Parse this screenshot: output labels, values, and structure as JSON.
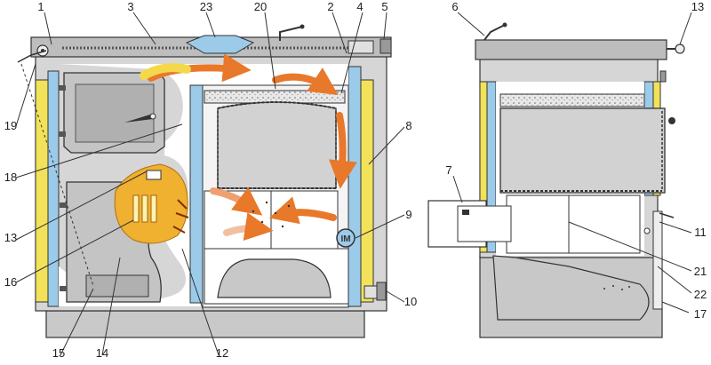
{
  "callouts": [
    {
      "id": "1",
      "label": "1"
    },
    {
      "id": "2",
      "label": "2"
    },
    {
      "id": "3",
      "label": "3"
    },
    {
      "id": "4",
      "label": "4"
    },
    {
      "id": "5",
      "label": "5"
    },
    {
      "id": "6",
      "label": "6"
    },
    {
      "id": "7",
      "label": "7"
    },
    {
      "id": "8",
      "label": "8"
    },
    {
      "id": "9",
      "label": "9"
    },
    {
      "id": "10",
      "label": "10"
    },
    {
      "id": "11",
      "label": "11"
    },
    {
      "id": "12",
      "label": "12"
    },
    {
      "id": "13a",
      "label": "13"
    },
    {
      "id": "13b",
      "label": "13"
    },
    {
      "id": "14",
      "label": "14"
    },
    {
      "id": "15",
      "label": "15"
    },
    {
      "id": "16",
      "label": "16"
    },
    {
      "id": "17",
      "label": "17"
    },
    {
      "id": "18",
      "label": "18"
    },
    {
      "id": "19",
      "label": "19"
    },
    {
      "id": "20",
      "label": "20"
    },
    {
      "id": "21",
      "label": "21"
    },
    {
      "id": "22",
      "label": "22"
    },
    {
      "id": "23",
      "label": "23"
    }
  ],
  "colors": {
    "casing": "#c8c8c8",
    "casing_dark": "#8c8c8c",
    "insulation": "#f2e25a",
    "water_jacket": "#9ccbea",
    "fire": "#f0b030",
    "flow_arrow": "#e8782a",
    "outline": "#333333"
  }
}
